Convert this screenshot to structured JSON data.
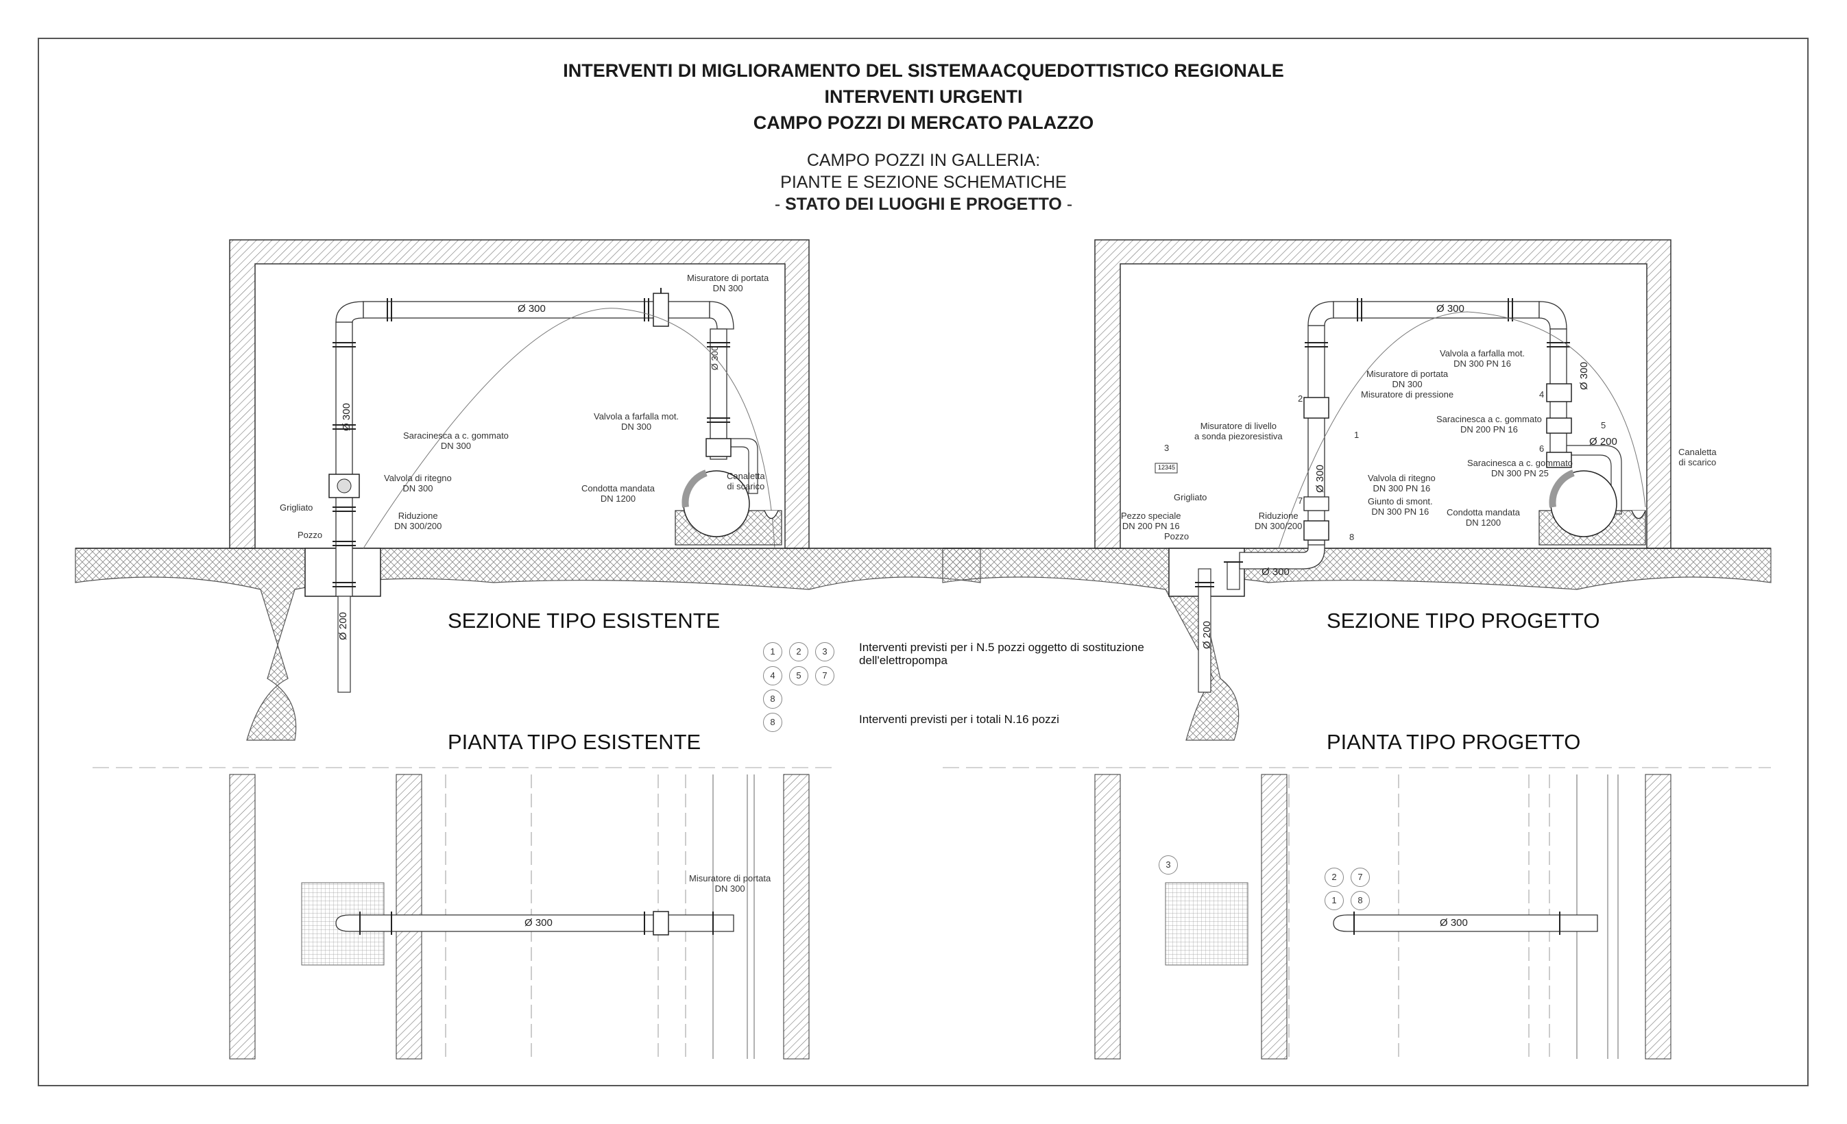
{
  "header": {
    "title_line1": "INTERVENTI DI MIGLIORAMENTO DEL SISTEMAACQUEDOTTISTICO REGIONALE",
    "title_line2": "INTERVENTI URGENTI",
    "title_line3": "CAMPO POZZI DI MERCATO PALAZZO",
    "subtitle_line1": "CAMPO POZZI IN GALLERIA:",
    "subtitle_line2": "PIANTE E SEZIONE SCHEMATICHE",
    "subtitle_line3_pre": "- ",
    "subtitle_line3_bold": "STATO DEI LUOGHI E PROGETTO",
    "subtitle_line3_post": " -"
  },
  "sections": {
    "existing_section": "SEZIONE TIPO ESISTENTE",
    "project_section": "SEZIONE TIPO PROGETTO",
    "existing_plan": "PIANTA TIPO ESISTENTE",
    "project_plan": "PIANTA TIPO PROGETTO"
  },
  "existing": {
    "pipe_top": "Ø 300",
    "pipe_vert_left": "Ø 300",
    "pipe_vert_right": "Ø 300",
    "pipe_well": "Ø 200",
    "flowmeter": [
      "Misuratore di portata",
      "DN 300"
    ],
    "gate_valve": [
      "Saracinesca a c. gommato",
      "DN 300"
    ],
    "check_valve": [
      "Valvola di ritegno",
      "DN 300"
    ],
    "reduction": [
      "Riduzione",
      "DN 300/200"
    ],
    "grating": "Grigliato",
    "well": "Pozzo",
    "butterfly": [
      "Valvola a farfalla mot.",
      "DN 300"
    ],
    "delivery": [
      "Condotta mandata",
      "DN 1200"
    ],
    "drain": [
      "Canaletta",
      "di scarico"
    ]
  },
  "project": {
    "pipe_top": "Ø 300",
    "pipe_vert_left": "Ø 300",
    "pipe_vert_right": "Ø 300",
    "pipe_well": "Ø 200",
    "pipe_horiz": "Ø 300",
    "pipe_right_200": "Ø 200",
    "butterfly": [
      "Valvola a farfalla mot.",
      "DN 300 PN 16"
    ],
    "flowmeter": [
      "Misuratore di portata",
      "DN 300",
      "Misuratore di pressione"
    ],
    "level_meter": [
      "Misuratore di livello",
      "a sonda piezoresistiva"
    ],
    "gate_200": [
      "Saracinesca a c. gommato",
      "DN 200 PN 16"
    ],
    "gate_300": [
      "Saracinesca a c. gommato",
      "DN 300 PN 25"
    ],
    "drain": [
      "Canaletta",
      "di scarico"
    ],
    "grating": "Grigliato",
    "check_valve": [
      "Valvola di ritegno",
      "DN 300 PN 16"
    ],
    "joint": [
      "Giunto di smont.",
      "DN 300 PN 16"
    ],
    "special": [
      "Pezzo speciale",
      "DN 200 PN 16"
    ],
    "well": "Pozzo",
    "reduction": [
      "Riduzione",
      "DN 300/200"
    ],
    "delivery": [
      "Condotta mandata",
      "DN 1200"
    ],
    "sensor_box": "12345",
    "markers": [
      "1",
      "2",
      "3",
      "4",
      "5",
      "6",
      "7",
      "8"
    ]
  },
  "legend": {
    "row1": [
      "1",
      "2",
      "3"
    ],
    "row2": [
      "4",
      "5",
      "7"
    ],
    "row3": [
      "8"
    ],
    "row4": [
      "8"
    ],
    "text1_line1": "Interventi previsti per i N.5 pozzi oggetto di sostituzione",
    "text1_line2": "dell'elettropompa",
    "text2": "Interventi previsti per i totali N.16 pozzi"
  },
  "plan_existing": {
    "pipe": "Ø 300",
    "flowmeter": [
      "Misuratore di portata",
      "DN 300"
    ]
  },
  "plan_project": {
    "pipe": "Ø 300",
    "markers": [
      "3",
      "2",
      "7",
      "1",
      "8"
    ]
  }
}
